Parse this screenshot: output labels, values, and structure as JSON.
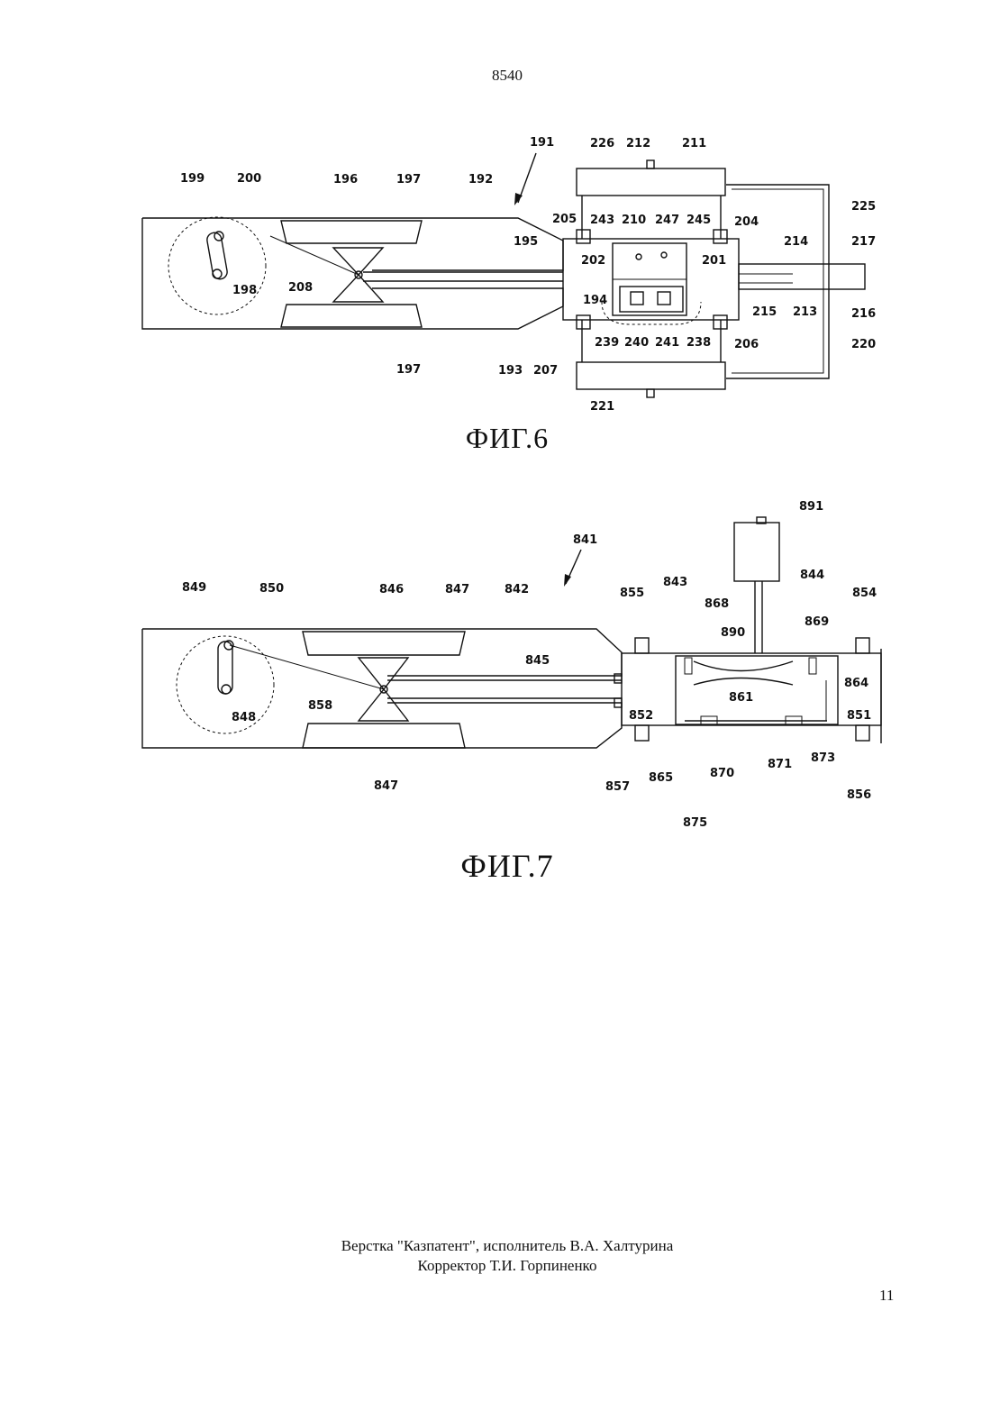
{
  "header": {
    "page_number": "8540"
  },
  "figures": [
    {
      "caption": "ФИГ.6",
      "labels": [
        "191",
        "192",
        "193",
        "194",
        "195",
        "196",
        "197",
        "197",
        "198",
        "199",
        "200",
        "201",
        "202",
        "204",
        "205",
        "206",
        "207",
        "208",
        "210",
        "211",
        "212",
        "213",
        "214",
        "215",
        "216",
        "217",
        "220",
        "221",
        "225",
        "226",
        "238",
        "239",
        "240",
        "241",
        "243",
        "245",
        "247"
      ]
    },
    {
      "caption": "ФИГ.7",
      "labels": [
        "841",
        "842",
        "843",
        "844",
        "845",
        "846",
        "847",
        "847",
        "848",
        "849",
        "850",
        "851",
        "852",
        "854",
        "855",
        "856",
        "857",
        "858",
        "861",
        "864",
        "865",
        "868",
        "869",
        "870",
        "871",
        "873",
        "875",
        "890",
        "891"
      ]
    }
  ],
  "footer": {
    "line1": "Верстка \"Казпатент\", исполнитель В.А. Халтурина",
    "line2": "Корректор Т.И. Горпиненко"
  },
  "page_number_bottom": "11"
}
